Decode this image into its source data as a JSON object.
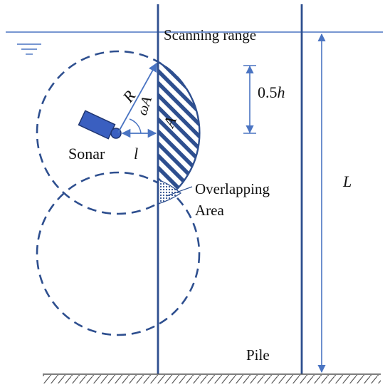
{
  "labels": {
    "scanning_range": "Scanning range",
    "sonar": "Sonar",
    "l": "l",
    "R": "R",
    "omega_A": "ωA",
    "A": "A",
    "half_h_prefix": "0.5",
    "half_h_var": "h",
    "overlapping_1": "Overlapping",
    "overlapping_2": "Area",
    "L": "L",
    "pile": "Pile"
  },
  "colors": {
    "line": "#2e4f8f",
    "arrow": "#4a74c2",
    "hatch": "#2e4f8f",
    "sonar_fill": "#3a5fc0",
    "water": "#4a74c2",
    "ground": "#555555"
  }
}
